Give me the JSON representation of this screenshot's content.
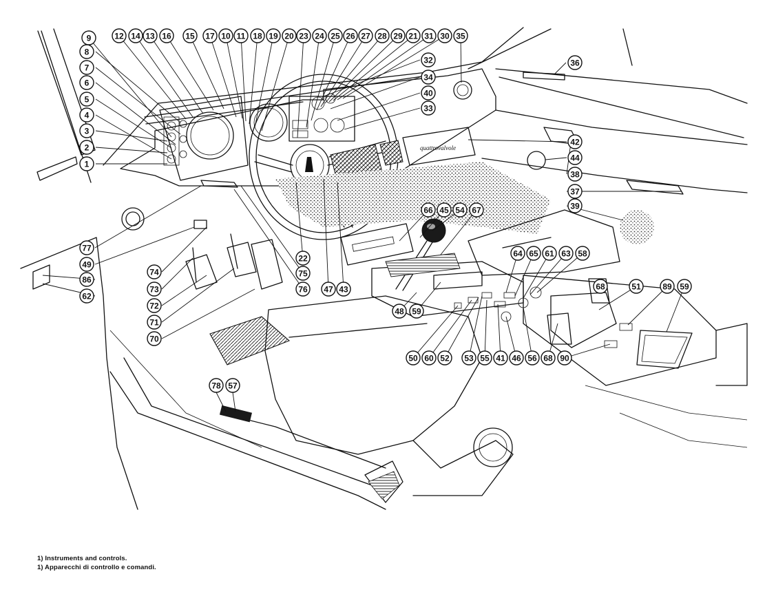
{
  "captions": {
    "english": "1) Instruments and controls.",
    "italian": "1) Apparecchi di controllo e comandi."
  },
  "dashboard_badge": "quattrovalvole",
  "callout_numbers": [
    "1",
    "2",
    "3",
    "4",
    "5",
    "6",
    "7",
    "8",
    "9",
    "12",
    "14",
    "13",
    "16",
    "15",
    "17",
    "10",
    "11",
    "18",
    "19",
    "20",
    "23",
    "24",
    "25",
    "26",
    "27",
    "28",
    "29",
    "21",
    "31",
    "30",
    "35",
    "32",
    "34",
    "40",
    "33",
    "36",
    "42",
    "44",
    "38",
    "37",
    "39",
    "66",
    "45",
    "54",
    "67",
    "64",
    "65",
    "61",
    "63",
    "58",
    "68",
    "51",
    "89",
    "59",
    "48",
    "59b",
    "50",
    "60",
    "52",
    "53",
    "55",
    "41",
    "46",
    "56",
    "68b",
    "90",
    "77",
    "49",
    "86",
    "62",
    "74",
    "73",
    "72",
    "71",
    "70",
    "22",
    "75",
    "76",
    "47",
    "43",
    "78",
    "57"
  ]
}
